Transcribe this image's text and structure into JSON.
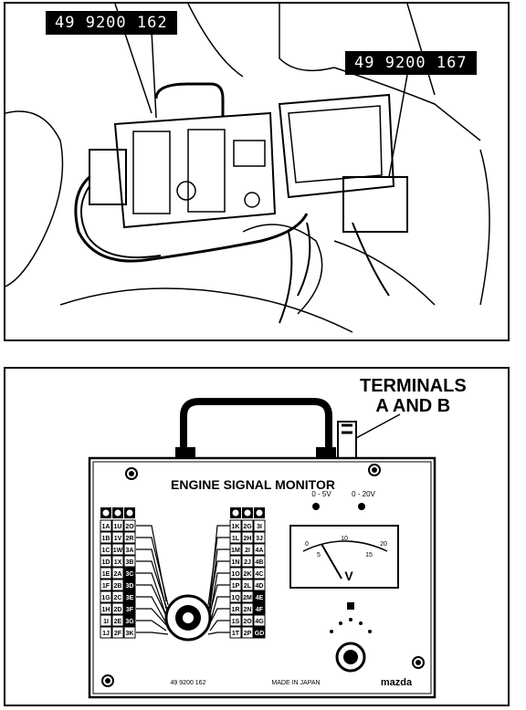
{
  "top_panel": {
    "tag_left": "49 9200 162",
    "tag_right": "49 9200 167"
  },
  "bottom_panel": {
    "callout_line1": "TERMINALS",
    "callout_line2": "A AND B",
    "monitor_title": "ENGINE SIGNAL MONITOR",
    "left_grid": [
      [
        "1A",
        "1U",
        "2O"
      ],
      [
        "1B",
        "1V",
        "2R"
      ],
      [
        "1C",
        "1W",
        "3A"
      ],
      [
        "1D",
        "1X",
        "3B"
      ],
      [
        "1E",
        "2A",
        "3C"
      ],
      [
        "1F",
        "2B",
        "3D"
      ],
      [
        "1G",
        "2C",
        "3E"
      ],
      [
        "1H",
        "2D",
        "3F"
      ],
      [
        "1I",
        "2E",
        "3G"
      ],
      [
        "1J",
        "2F",
        "3K"
      ]
    ],
    "right_grid": [
      [
        "1K",
        "2G",
        "3I"
      ],
      [
        "1L",
        "2H",
        "3J"
      ],
      [
        "1M",
        "2I",
        "4A"
      ],
      [
        "1N",
        "2J",
        "4B"
      ],
      [
        "1O",
        "2K",
        "4C"
      ],
      [
        "1P",
        "2L",
        "4D"
      ],
      [
        "1Q",
        "2M",
        "4E"
      ],
      [
        "1R",
        "2N",
        "4F"
      ],
      [
        "1S",
        "2O",
        "4G"
      ],
      [
        "1T",
        "2P",
        "GD"
      ]
    ],
    "switch_label_1": "0 - 5V",
    "switch_label_2": "0 - 20V",
    "meter_scale": [
      "0",
      "5",
      "10",
      "15",
      "20"
    ],
    "meter_unit": "V",
    "part_number": "49 9200 162",
    "made_in": "MADE IN JAPAN",
    "brand": "mazda"
  }
}
